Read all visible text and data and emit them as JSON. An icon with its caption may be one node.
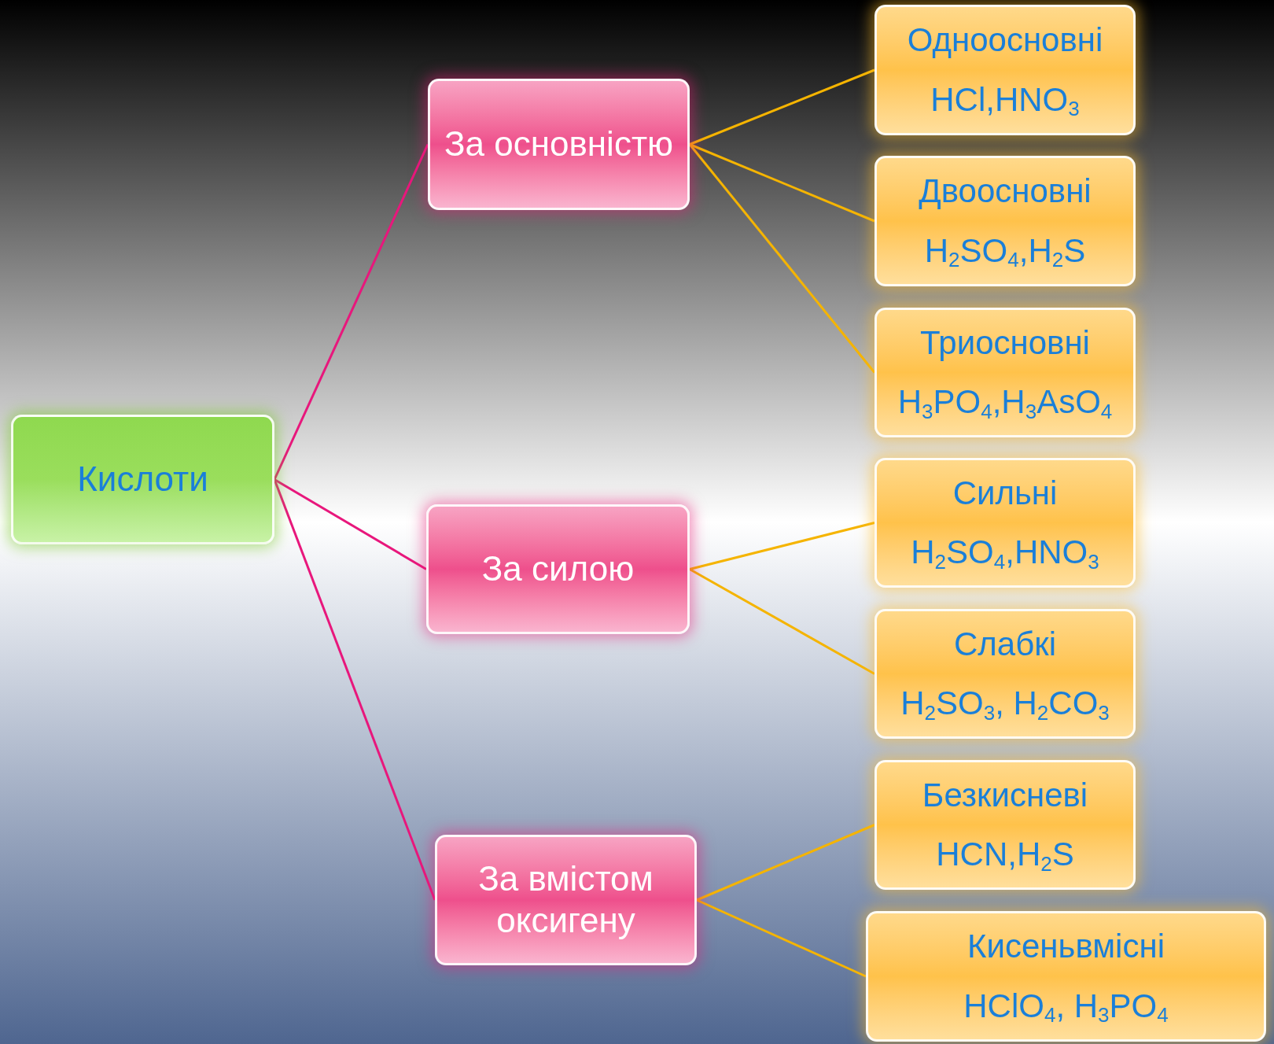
{
  "diagram": {
    "nodes": [
      {
        "text": [
          "Кислоти"
        ]
      },
      {
        "text": [
          "За основністю"
        ]
      },
      {
        "text": [
          "За силою"
        ]
      },
      {
        "text": [
          "За вмістом оксигену"
        ]
      },
      {
        "text": [
          "Одноосновні",
          "HCl,HNO$_{3}$"
        ]
      },
      {
        "text": [
          "Двоосновні",
          "H$_{2}$SO$_{4}$,H$_{2}$S"
        ]
      },
      {
        "text": [
          "Триосновні",
          "H$_{3}$PO$_{4}$,H$_{3}$AsO$_{4}$"
        ]
      },
      {
        "text": [
          "Сильні",
          "H$_{2}$SO$_{4}$,HNO$_{3}$"
        ]
      },
      {
        "text": [
          "Слабкі",
          "H$_{2}$SO$_{3}$, H$_{2}$CO$_{3}$"
        ]
      },
      {
        "text": [
          "Безкисневі",
          "HCN,H$_{2}$S"
        ]
      },
      {
        "text": [
          "Кисеньвмісні",
          "HClO$_{4}$, H$_{3}$PO$_{4}$"
        ]
      }
    ],
    "edges": [
      {
        "from": 0,
        "to": 1,
        "arrow": "none",
        "color": "#e8177c"
      },
      {
        "from": 0,
        "to": 2,
        "arrow": "none",
        "color": "#e8177c"
      },
      {
        "from": 0,
        "to": 3,
        "arrow": "none",
        "color": "#e8177c"
      },
      {
        "from": 1,
        "to": 4,
        "arrow": "none"
      },
      {
        "from": 1,
        "to": 5,
        "arrow": "none"
      },
      {
        "from": 1,
        "to": 6,
        "arrow": "none"
      },
      {
        "from": 2,
        "to": 7,
        "arrow": "none"
      },
      {
        "from": 2,
        "to": 8,
        "arrow": "none"
      },
      {
        "from": 3,
        "to": 9,
        "arrow": "none"
      },
      {
        "from": 3,
        "to": 10,
        "arrow": "none"
      }
    ]
  }
}
